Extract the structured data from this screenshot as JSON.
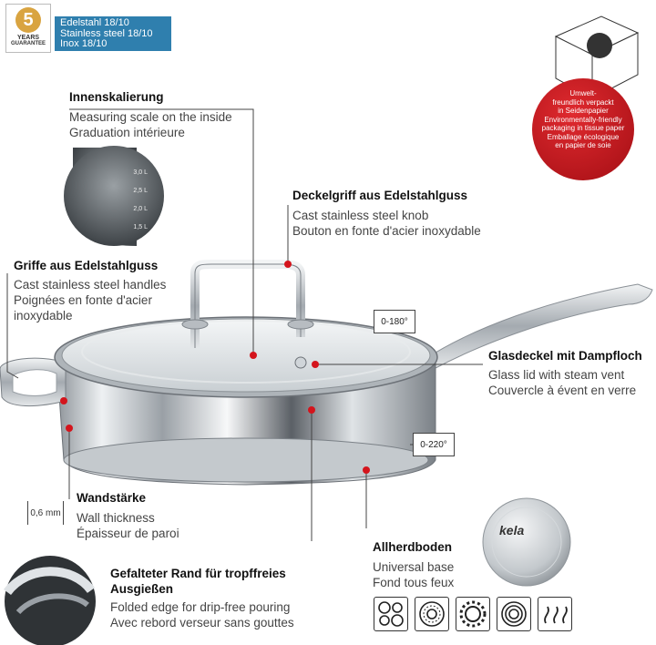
{
  "guarantee": {
    "number": "5",
    "line1": "YEARS",
    "line2": "GUARANTEE"
  },
  "material": {
    "de": "Edelstahl 18/10",
    "en": "Stainless steel 18/10",
    "fr": "Inox 18/10",
    "bg_color": "#2f7fae"
  },
  "eco": {
    "line1": "Umwelt-",
    "line2": "freundlich verpackt",
    "line3": "in Seidenpapier",
    "line4": "Environmentally-friendly",
    "line5": "packaging in tissue paper",
    "line6": "Emballage écologique",
    "line7": "en papier de soie",
    "color": "#c8141c"
  },
  "scale": {
    "title": "Innenskalierung",
    "en": "Measuring scale on the inside",
    "fr": "Graduation intérieure",
    "marks": [
      "3,0 L",
      "2,5 L",
      "2,0 L",
      "1,5 L"
    ]
  },
  "knob": {
    "title": "Deckelgriff aus Edelstahlguss",
    "en": "Cast stainless steel knob",
    "fr": "Bouton en fonte d'acier inoxydable"
  },
  "handles": {
    "title": "Griffe aus Edelstahlguss",
    "en": "Cast stainless steel handles",
    "fr1": "Poignées en fonte d'acier",
    "fr2": "inoxydable"
  },
  "lid": {
    "title": "Glasdeckel mit Dampfloch",
    "en": "Glass lid with steam vent",
    "fr": "Couvercle à évent en verre",
    "temp": "0-180°"
  },
  "pan_temp": "0-220°",
  "wall": {
    "title": "Wandstärke",
    "en": "Wall thickness",
    "fr": "Épaisseur de paroi",
    "thickness": "0,6 mm"
  },
  "base": {
    "title": "Allherdboden",
    "en": "Universal base",
    "fr": "Fond tous feux",
    "brand": "kela",
    "icons": [
      "ceramic-hob-icon",
      "induction-icon",
      "gas-icon",
      "electric-plate-icon",
      "halogen-icon"
    ]
  },
  "rim": {
    "title1": "Gefalteter Rand für tropffreies",
    "title2": "Ausgießen",
    "en": "Folded edge for drip-free pouring",
    "fr": "Avec rebord verseur sans gouttes"
  },
  "colors": {
    "accent_red": "#d4141c",
    "steel": "#b9bec4"
  }
}
